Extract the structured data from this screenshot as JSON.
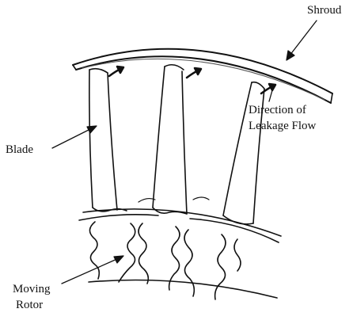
{
  "labels": {
    "shroud": "Shroud",
    "leakage_line1": "Direction of",
    "leakage_line2": "Leakage Flow",
    "blade": "Blade",
    "rotor_line1": "Moving",
    "rotor_line2": "Rotor"
  }
}
